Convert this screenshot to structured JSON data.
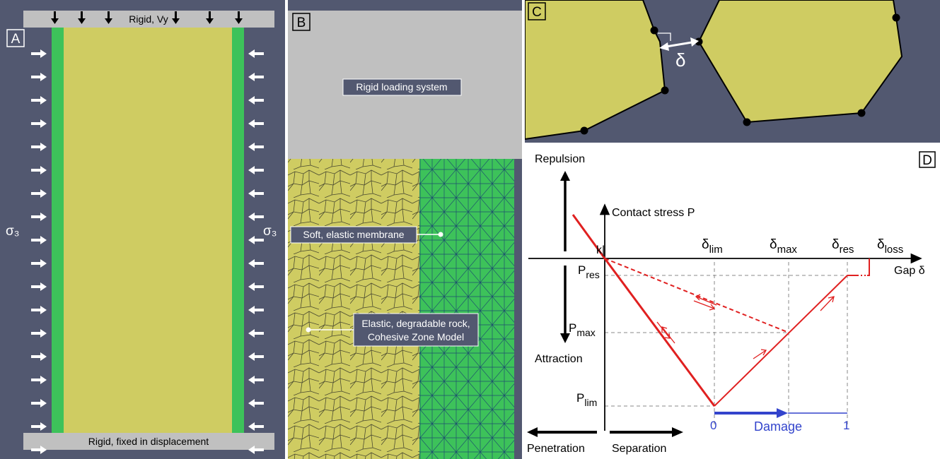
{
  "panelA": {
    "letter": "A",
    "top_label": "Rigid, Vy",
    "bottom_label": "Rigid, fixed in displacement",
    "sigma_left": "σ₃",
    "sigma_right": "σ₃",
    "colors": {
      "background": "#525870",
      "rock": "#cfcc62",
      "membrane": "#3dc25a",
      "rigid": "#c0c0c0"
    }
  },
  "panelB": {
    "letter": "B",
    "rigid_label": "Rigid loading system",
    "membrane_label": "Soft, elastic membrane",
    "rock_label_line1": "Elastic, degradable rock,",
    "rock_label_line2": "Cohesive Zone Model"
  },
  "panelC": {
    "letter": "C",
    "gap_symbol": "δ"
  },
  "panelD": {
    "letter": "D",
    "repulsion": "Repulsion",
    "attraction": "Attraction",
    "penetration": "Penetration",
    "separation": "Separation",
    "y_axis_label": "Contact stress P",
    "x_axis_label": "Gap δ",
    "k_label": "k|",
    "p_res": "P",
    "p_res_sub": "res",
    "p_max": "P",
    "p_max_sub": "max",
    "p_lim": "P",
    "p_lim_sub": "lim",
    "d_lim": "δ",
    "d_lim_sub": "lim",
    "d_max": "δ",
    "d_max_sub": "max",
    "d_res": "δ",
    "d_res_sub": "res",
    "d_loss": "δ",
    "d_loss_sub": "loss",
    "damage_label": "Damage",
    "damage_zero": "0",
    "damage_one": "1",
    "colors": {
      "law": "#e02020",
      "damage": "#3344cc"
    }
  }
}
